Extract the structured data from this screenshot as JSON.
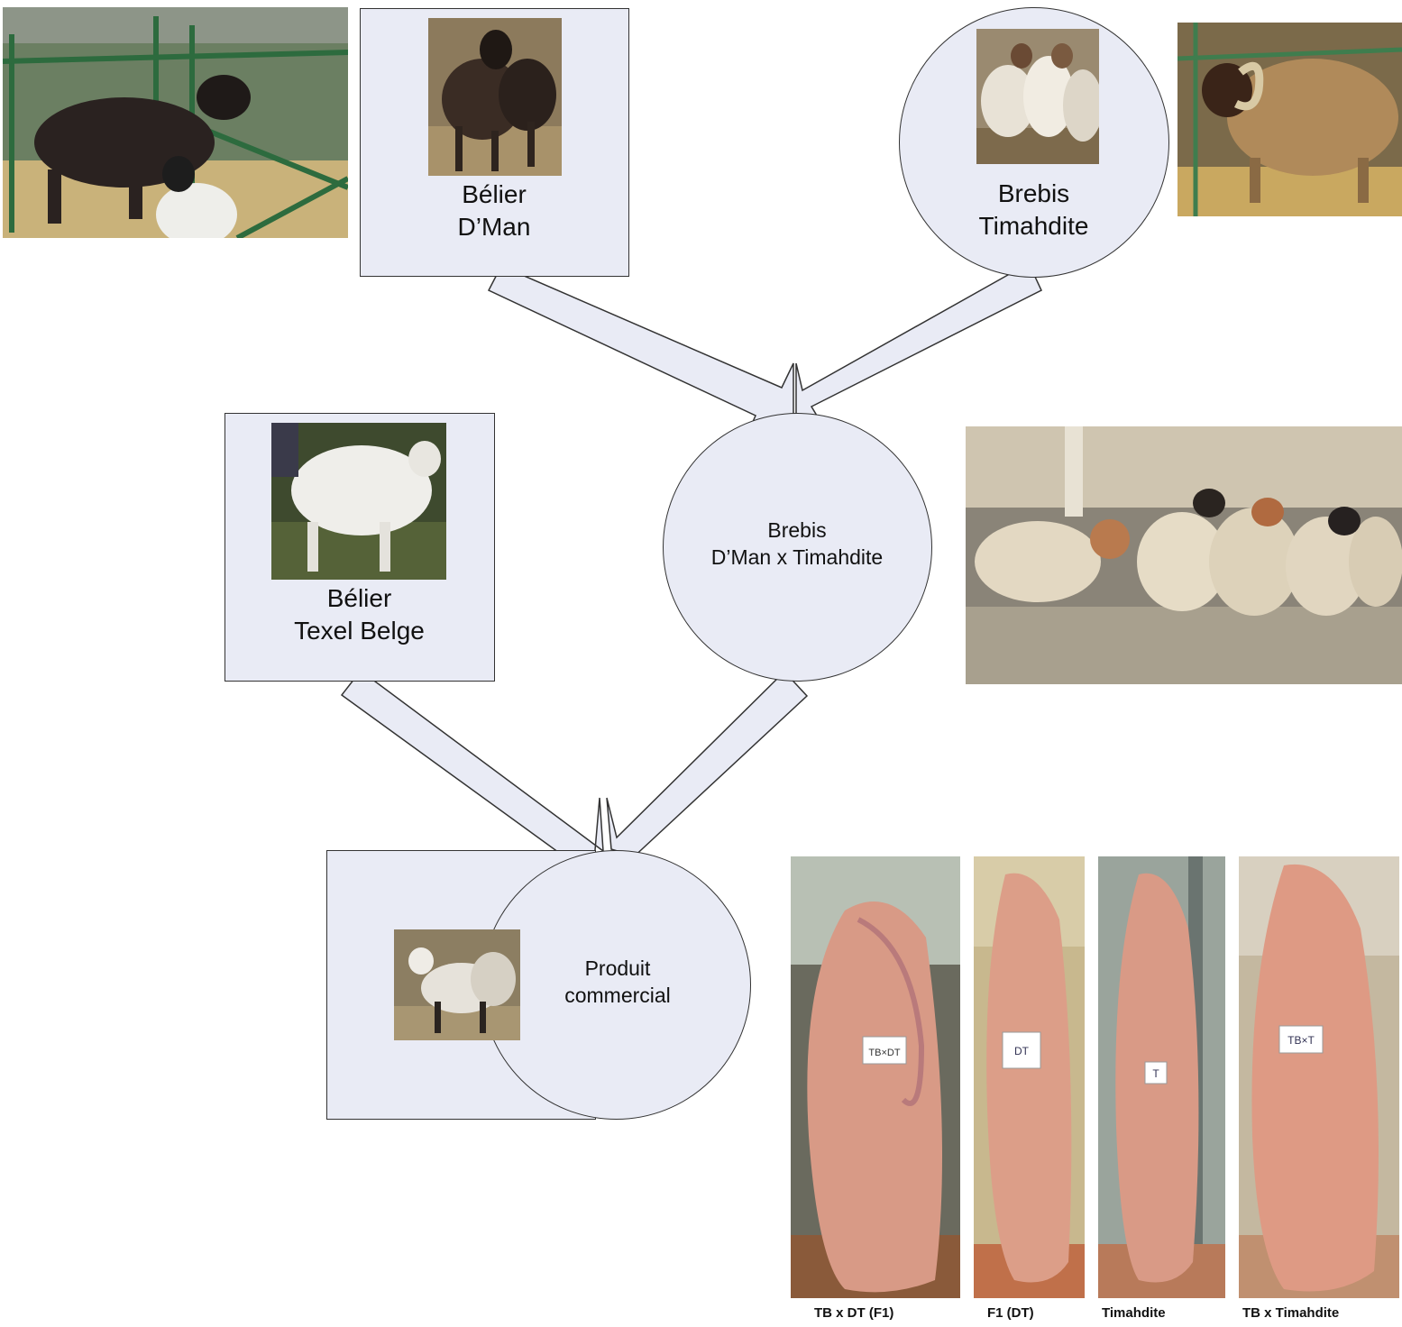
{
  "colors": {
    "node_fill": "#e9ebf5",
    "node_stroke": "#333333"
  },
  "nodes": {
    "belier_dman": {
      "line1": "Bélier",
      "line2": "D’Man"
    },
    "brebis_timahdite": {
      "line1": "Brebis",
      "line2": "Timahdite"
    },
    "belier_texel": {
      "line1": "Bélier",
      "line2": "Texel Belge"
    },
    "brebis_cross": {
      "line1": "Brebis",
      "line2": "D’Man x Timahdite"
    },
    "produit": {
      "line1": "Produit",
      "line2": "commercial"
    }
  },
  "photos": {
    "dman_pen": "black-sheep-in-pen-photo",
    "dman_small": "dman-sheep-photo",
    "timahdite_small": "timahdite-flock-photo",
    "timahdite_ram": "timahdite-ram-photo",
    "texel_small": "texel-ram-photo",
    "cross_flock": "crossbred-ewes-photo",
    "lambs_small": "lambs-photo"
  },
  "carcasses": [
    {
      "caption": "TB x DT (F1)",
      "tag": "TB×DT"
    },
    {
      "caption": "F1 (DT)",
      "tag": "DT"
    },
    {
      "caption": "Timahdite",
      "tag": "T"
    },
    {
      "caption": "TB x Timahdite",
      "tag": "TB×T"
    }
  ]
}
